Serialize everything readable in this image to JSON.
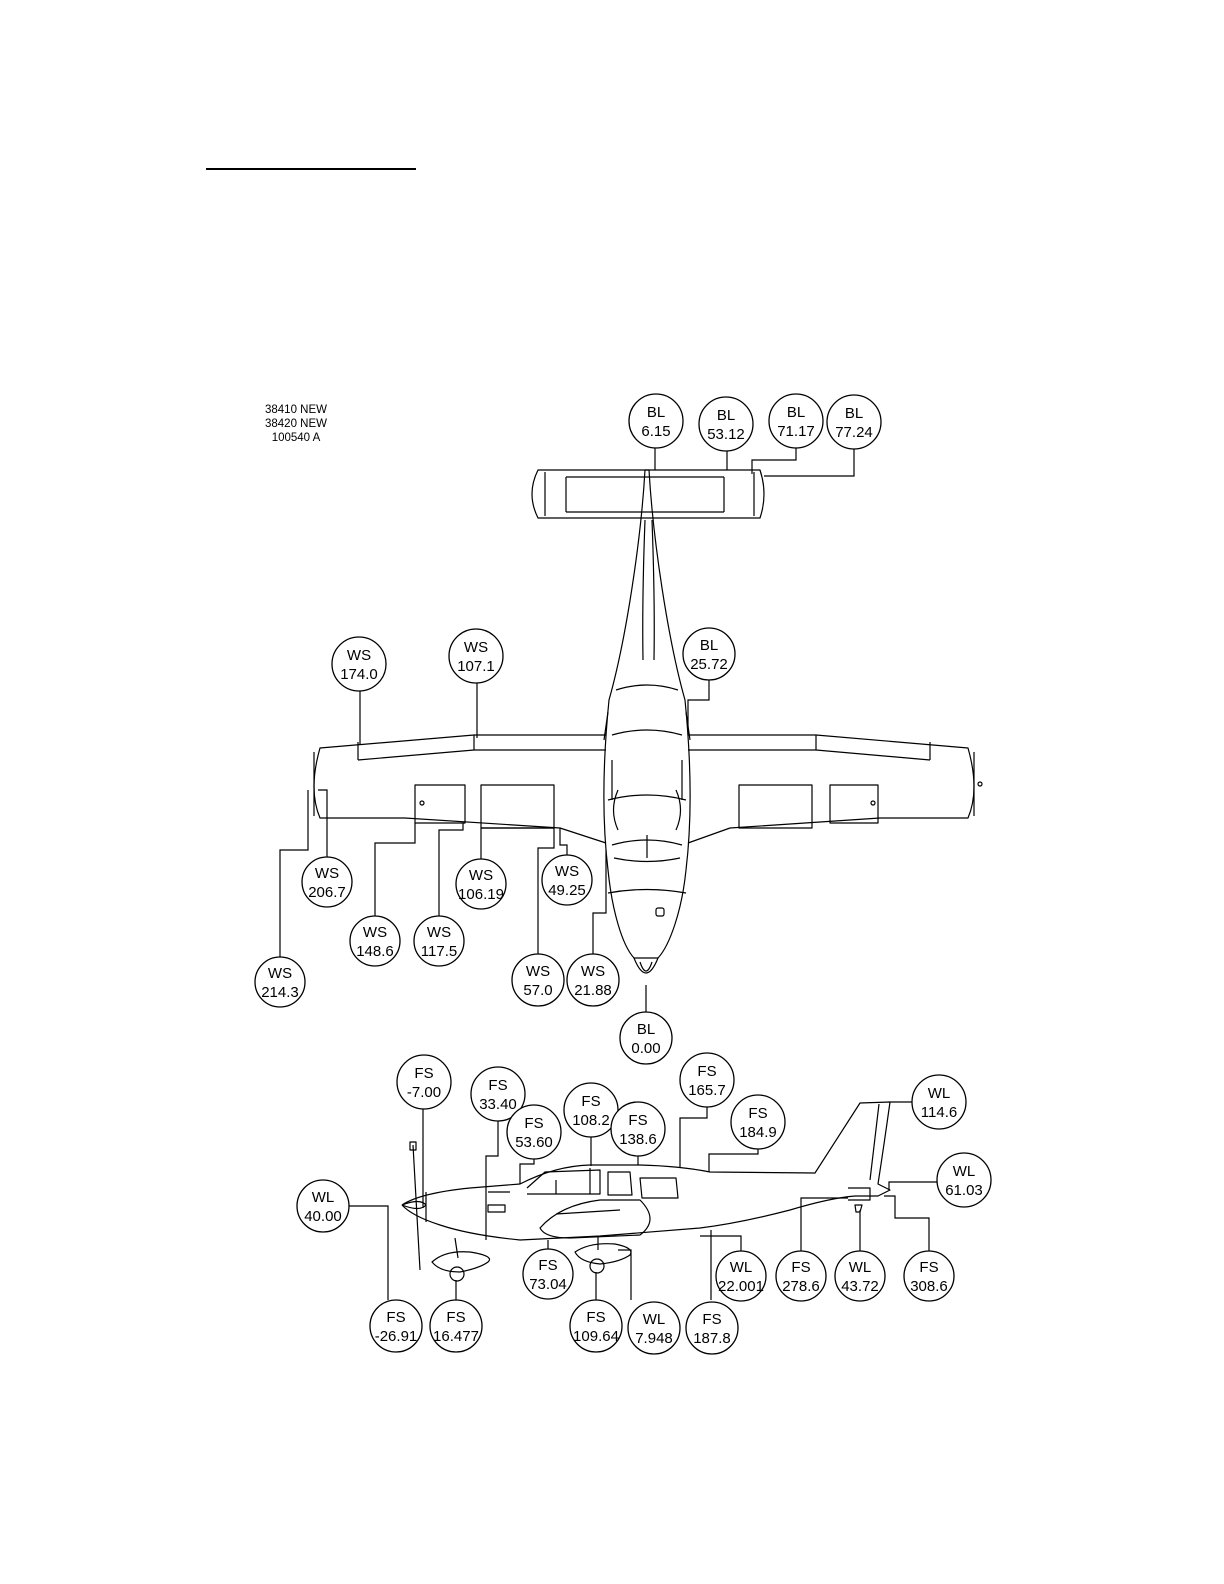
{
  "header": {
    "reference_numbers": [
      "38410 NEW",
      "38420 NEW",
      "100540 A"
    ]
  },
  "top_view": {
    "callouts": [
      {
        "id": "bl-6-15",
        "code": "BL",
        "value": "6.15"
      },
      {
        "id": "bl-53-12",
        "code": "BL",
        "value": "53.12"
      },
      {
        "id": "bl-71-17",
        "code": "BL",
        "value": "71.17"
      },
      {
        "id": "bl-77-24",
        "code": "BL",
        "value": "77.24"
      },
      {
        "id": "bl-25-72",
        "code": "BL",
        "value": "25.72"
      },
      {
        "id": "ws-174-0",
        "code": "WS",
        "value": "174.0"
      },
      {
        "id": "ws-107-1",
        "code": "WS",
        "value": "107.1"
      },
      {
        "id": "ws-206-7",
        "code": "WS",
        "value": "206.7"
      },
      {
        "id": "ws-106-19",
        "code": "WS",
        "value": "106.19"
      },
      {
        "id": "ws-49-25",
        "code": "WS",
        "value": "49.25"
      },
      {
        "id": "ws-148-6",
        "code": "WS",
        "value": "148.6"
      },
      {
        "id": "ws-117-5",
        "code": "WS",
        "value": "117.5"
      },
      {
        "id": "ws-214-3",
        "code": "WS",
        "value": "214.3"
      },
      {
        "id": "ws-57-0",
        "code": "WS",
        "value": "57.0"
      },
      {
        "id": "ws-21-88",
        "code": "WS",
        "value": "21.88"
      },
      {
        "id": "bl-0-00",
        "code": "BL",
        "value": "0.00"
      }
    ]
  },
  "side_view": {
    "callouts": [
      {
        "id": "fs-m7-00",
        "code": "FS",
        "value": "-7.00"
      },
      {
        "id": "fs-33-40",
        "code": "FS",
        "value": "33.40"
      },
      {
        "id": "fs-108-2",
        "code": "FS",
        "value": "108.2"
      },
      {
        "id": "fs-165-7",
        "code": "FS",
        "value": "165.7"
      },
      {
        "id": "fs-53-60",
        "code": "FS",
        "value": "53.60"
      },
      {
        "id": "fs-138-6",
        "code": "FS",
        "value": "138.6"
      },
      {
        "id": "fs-184-9",
        "code": "FS",
        "value": "184.9"
      },
      {
        "id": "wl-114-6",
        "code": "WL",
        "value": "114.6"
      },
      {
        "id": "wl-40-00",
        "code": "WL",
        "value": "40.00"
      },
      {
        "id": "wl-61-03",
        "code": "WL",
        "value": "61.03"
      },
      {
        "id": "fs-73-04",
        "code": "FS",
        "value": "73.04"
      },
      {
        "id": "wl-22-001",
        "code": "WL",
        "value": "22.001"
      },
      {
        "id": "fs-278-6",
        "code": "FS",
        "value": "278.6"
      },
      {
        "id": "wl-43-72",
        "code": "WL",
        "value": "43.72"
      },
      {
        "id": "fs-308-6",
        "code": "FS",
        "value": "308.6"
      },
      {
        "id": "fs-m26-91",
        "code": "FS",
        "value": "-26.91"
      },
      {
        "id": "fs-16-477",
        "code": "FS",
        "value": "16.477"
      },
      {
        "id": "fs-109-64",
        "code": "FS",
        "value": "109.64"
      },
      {
        "id": "wl-7-948",
        "code": "WL",
        "value": "7.948"
      },
      {
        "id": "fs-187-8",
        "code": "FS",
        "value": "187.8"
      }
    ]
  }
}
